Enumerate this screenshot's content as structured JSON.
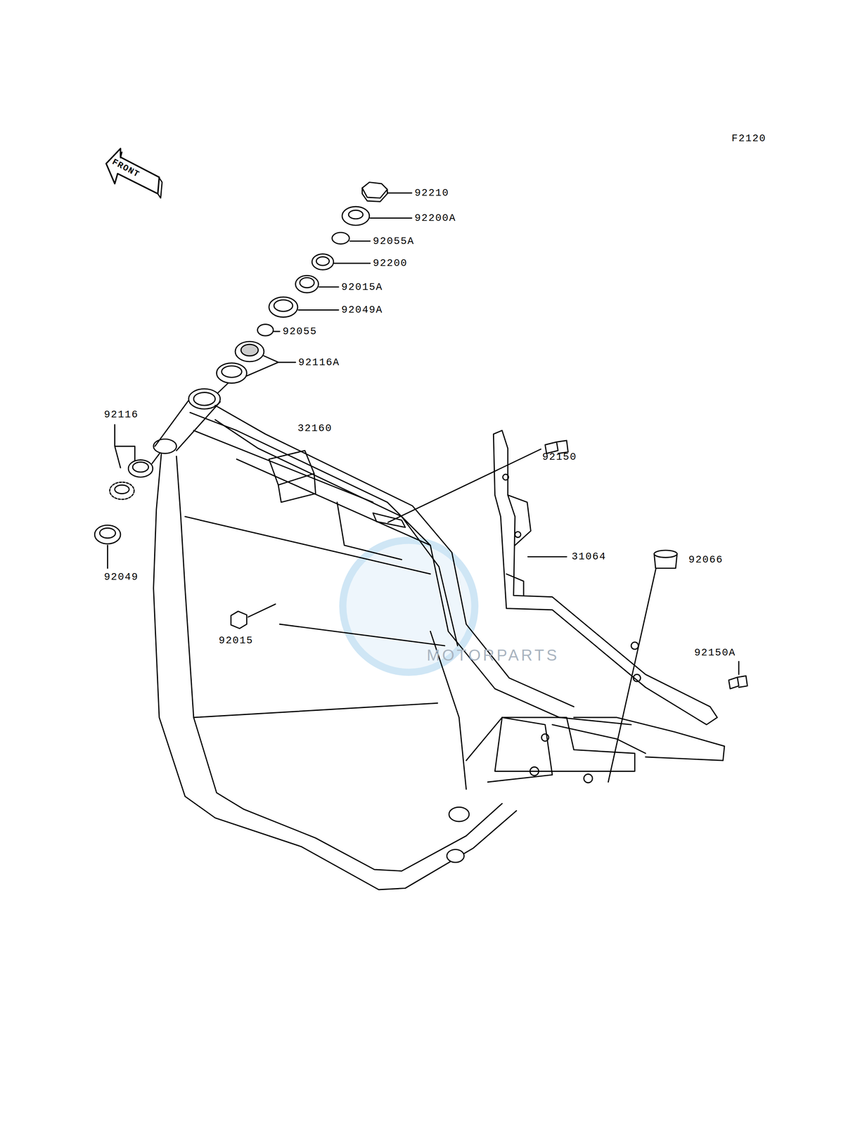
{
  "diagram": {
    "labels": [
      "F2120",
      "FRONT",
      "92210",
      "92200A",
      "92055A",
      "92200",
      "92015A",
      "92049A",
      "92055",
      "92116A",
      "92116",
      "32160",
      "92150",
      "31064",
      "92066",
      "92049",
      "92015",
      "92150A",
      "MOTORPARTS"
    ]
  }
}
